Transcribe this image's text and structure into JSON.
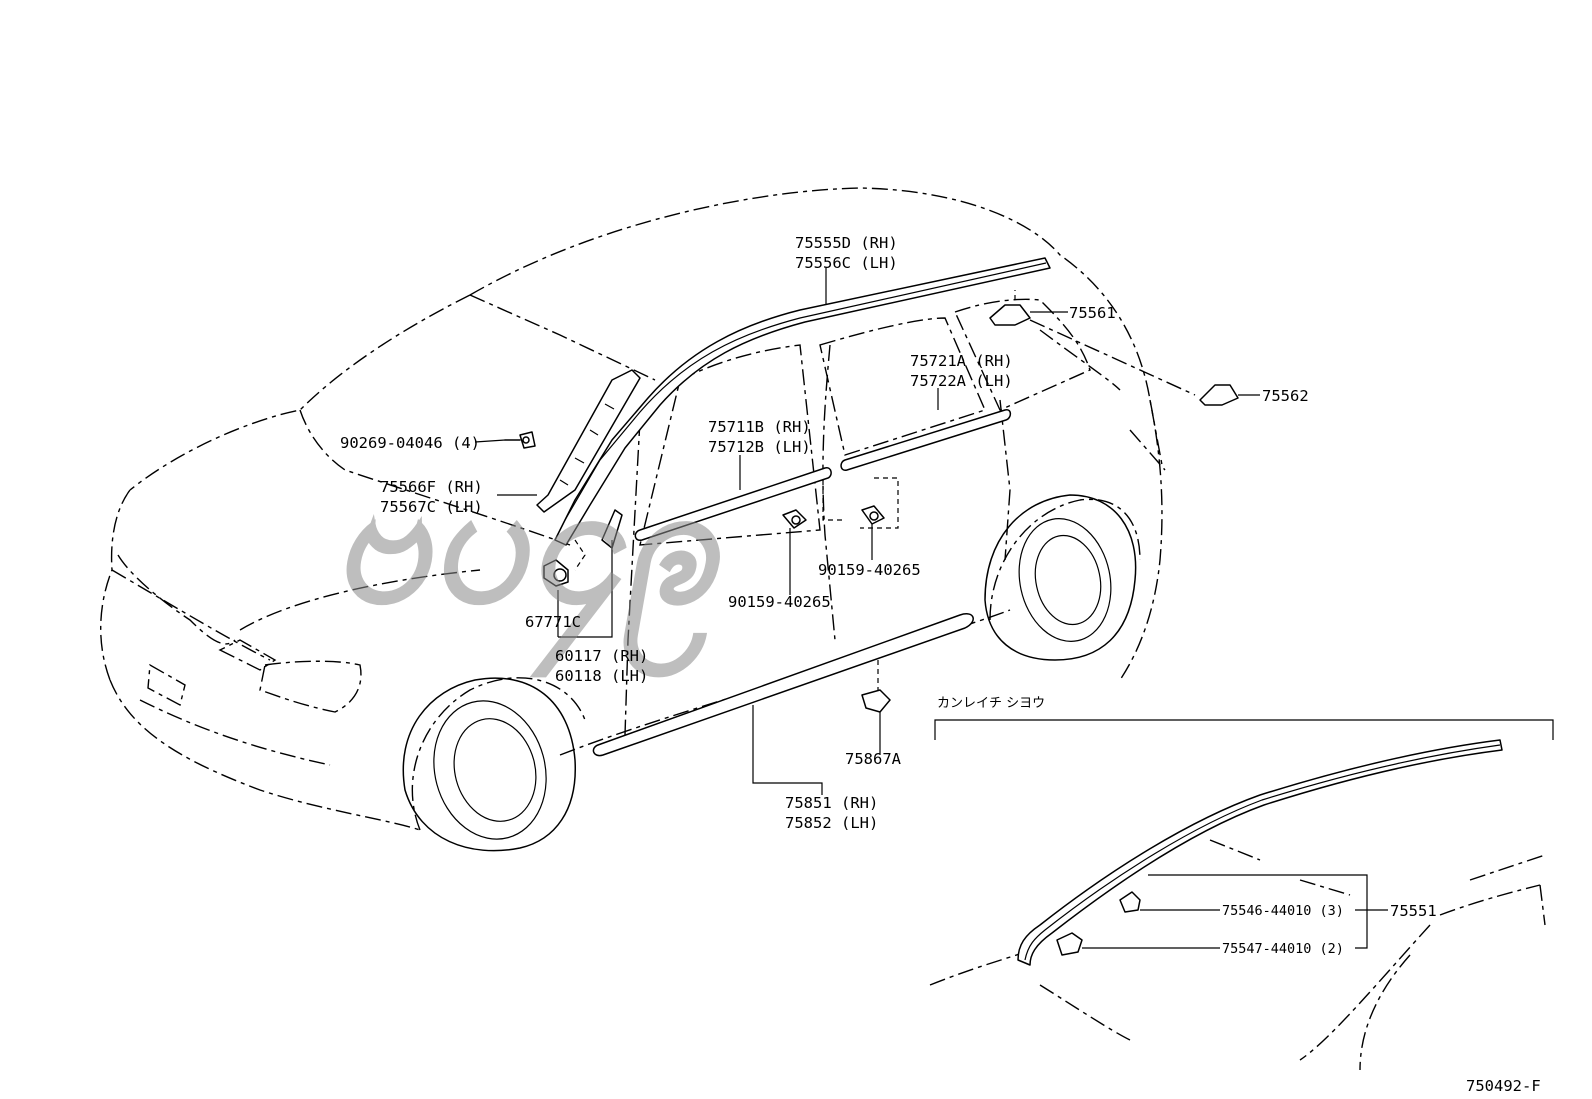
{
  "labels": {
    "p75555": "75555D (RH)",
    "p75556": "75556C (LH)",
    "p75561": "75561",
    "p75562": "75562",
    "p75721": "75721A (RH)",
    "p75722": "75722A (LH)",
    "p75711": "75711B (RH)",
    "p75712": "75712B (LH)",
    "p90269": "90269-04046 (4)",
    "p75566": "75566F (RH)",
    "p75567": "75567C (LH)",
    "p90159a": "90159-40265",
    "p90159b": "90159-40265",
    "p67771": "67771C",
    "p60117": "60117 (RH)",
    "p60118": "60118 (LH)",
    "p75867": "75867A",
    "p75851": "75851 (RH)",
    "p75852": "75852 (LH)",
    "p75546": "75546-44010 (3)",
    "p75547": "75547-44010 (2)",
    "p75551": "75551"
  },
  "inset": {
    "title": "カンレイチ シヨウ"
  },
  "figure_id": "750492-F",
  "watermark": {
    "text": "ဗပ၄ဨ",
    "color": "#8a8a8a"
  }
}
